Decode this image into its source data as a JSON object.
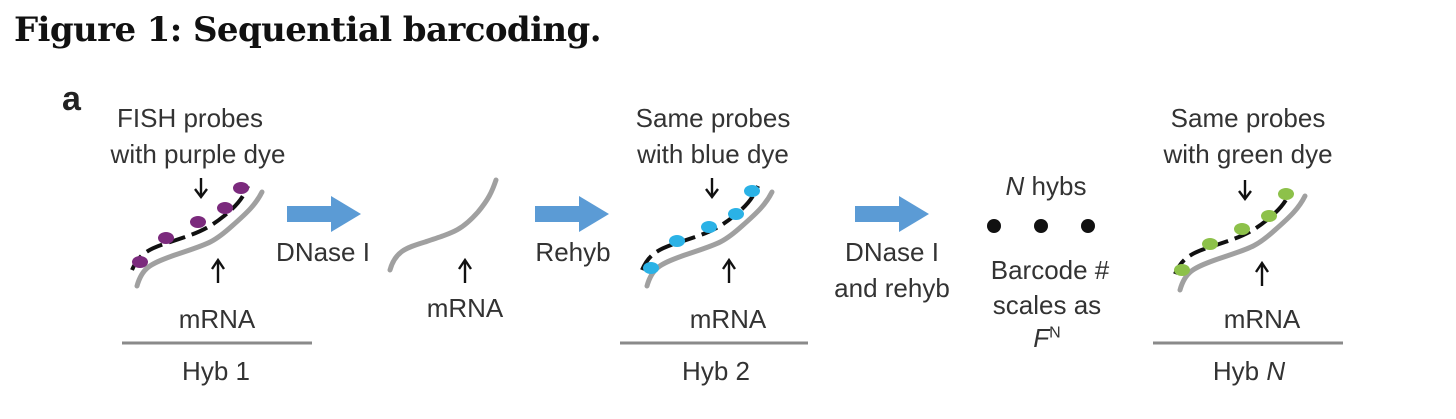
{
  "figure_title": "Figure 1: Sequential barcoding.",
  "panel_label": "a",
  "colors": {
    "purple": "#7b2a7d",
    "blue": "#2bb2e6",
    "green": "#8dc14a",
    "arrow": "#5b9bd5",
    "strand": "#a0a0a0"
  },
  "hyb1": {
    "probe_line1": "FISH probes",
    "probe_line2": "with purple dye",
    "target": "mRNA",
    "label": "Hyb 1"
  },
  "step1": {
    "label": "DNase I"
  },
  "mrna_only": {
    "target": "mRNA"
  },
  "step2": {
    "label": "Rehyb"
  },
  "hyb2": {
    "probe_line1": "Same probes",
    "probe_line2": "with blue dye",
    "target": "mRNA",
    "label": "Hyb 2"
  },
  "step3": {
    "label_line1": "DNase I",
    "label_line2": "and rehyb"
  },
  "middle": {
    "n_var": "N",
    "hybs": " hybs",
    "barcode_line1": "Barcode #",
    "barcode_line2": "scales as",
    "f_var": "F",
    "n_sup": "N"
  },
  "hybn": {
    "probe_line1": "Same probes",
    "probe_line2": "with green dye",
    "target": "mRNA",
    "label_prefix": "Hyb ",
    "label_var": "N"
  }
}
